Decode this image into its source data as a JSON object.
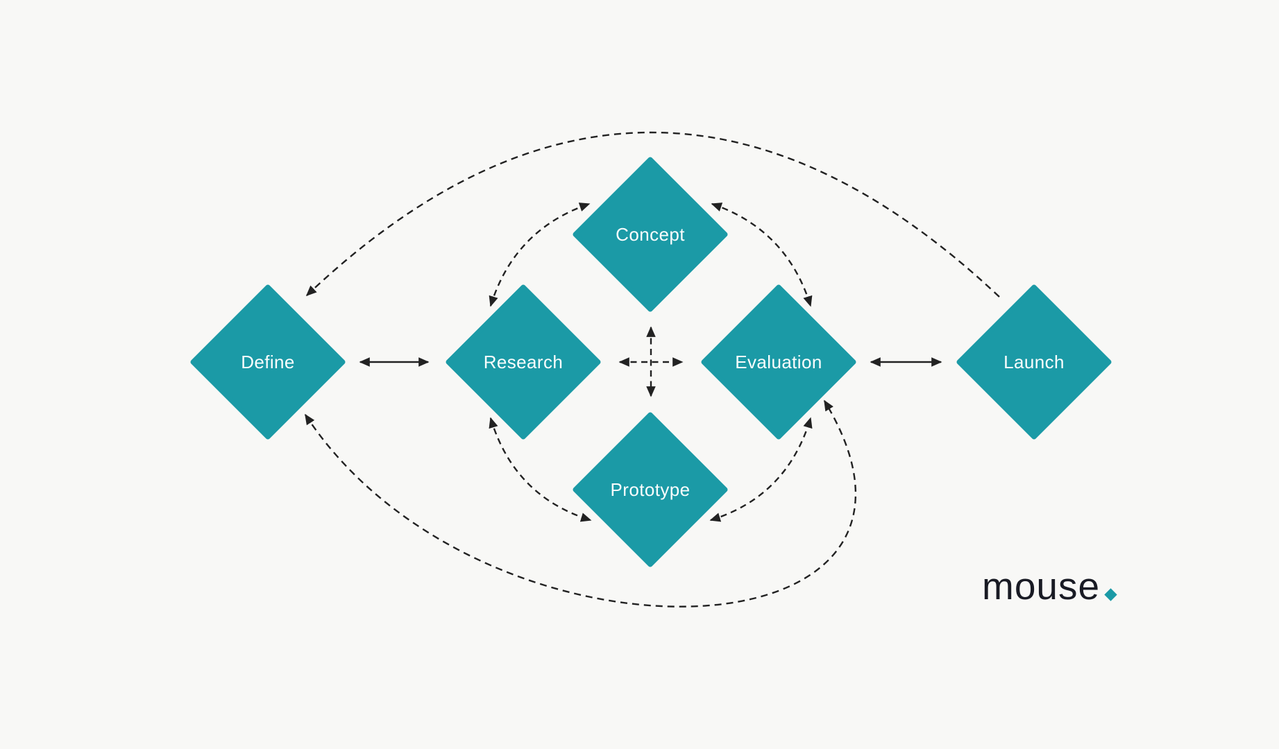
{
  "page": {
    "background_color": "#F8F8F6",
    "title": "Design process diamond diagram"
  },
  "brand": {
    "name": "mouse",
    "text_color": "#191B24",
    "dot_shape": "diamond",
    "accent_color": "#1B9AA6"
  },
  "diagram": {
    "colors": {
      "node_fill": "#1B9AA6",
      "node_text": "#FAFDFD",
      "line": "#222222"
    },
    "nodes": [
      {
        "id": "define",
        "label": "Define"
      },
      {
        "id": "research",
        "label": "Research"
      },
      {
        "id": "concept",
        "label": "Concept"
      },
      {
        "id": "evaluation",
        "label": "Evaluation"
      },
      {
        "id": "prototype",
        "label": "Prototype"
      },
      {
        "id": "launch",
        "label": "Launch"
      }
    ],
    "connections": [
      {
        "from": "Define",
        "to": "Research",
        "style": "solid",
        "shape": "straight",
        "arrows": "both"
      },
      {
        "from": "Evaluation",
        "to": "Launch",
        "style": "solid",
        "shape": "straight",
        "arrows": "both"
      },
      {
        "from": "Research",
        "to": "Evaluation",
        "style": "dashed",
        "shape": "center-cross-horizontal",
        "arrows": "both"
      },
      {
        "from": "Concept",
        "to": "Prototype",
        "style": "dashed",
        "shape": "center-cross-vertical",
        "arrows": "both"
      },
      {
        "from": "Research",
        "to": "Concept",
        "style": "dashed",
        "shape": "arc",
        "arrows": "both"
      },
      {
        "from": "Concept",
        "to": "Evaluation",
        "style": "dashed",
        "shape": "arc",
        "arrows": "both"
      },
      {
        "from": "Research",
        "to": "Prototype",
        "style": "dashed",
        "shape": "arc",
        "arrows": "both"
      },
      {
        "from": "Prototype",
        "to": "Evaluation",
        "style": "dashed",
        "shape": "arc",
        "arrows": "both"
      },
      {
        "from": "Launch",
        "to": "Define",
        "style": "dashed",
        "shape": "long-arc-top",
        "arrows": "end"
      },
      {
        "from": "Evaluation",
        "to": "Define",
        "style": "dashed",
        "shape": "long-arc-bottom",
        "arrows": "both"
      }
    ]
  }
}
